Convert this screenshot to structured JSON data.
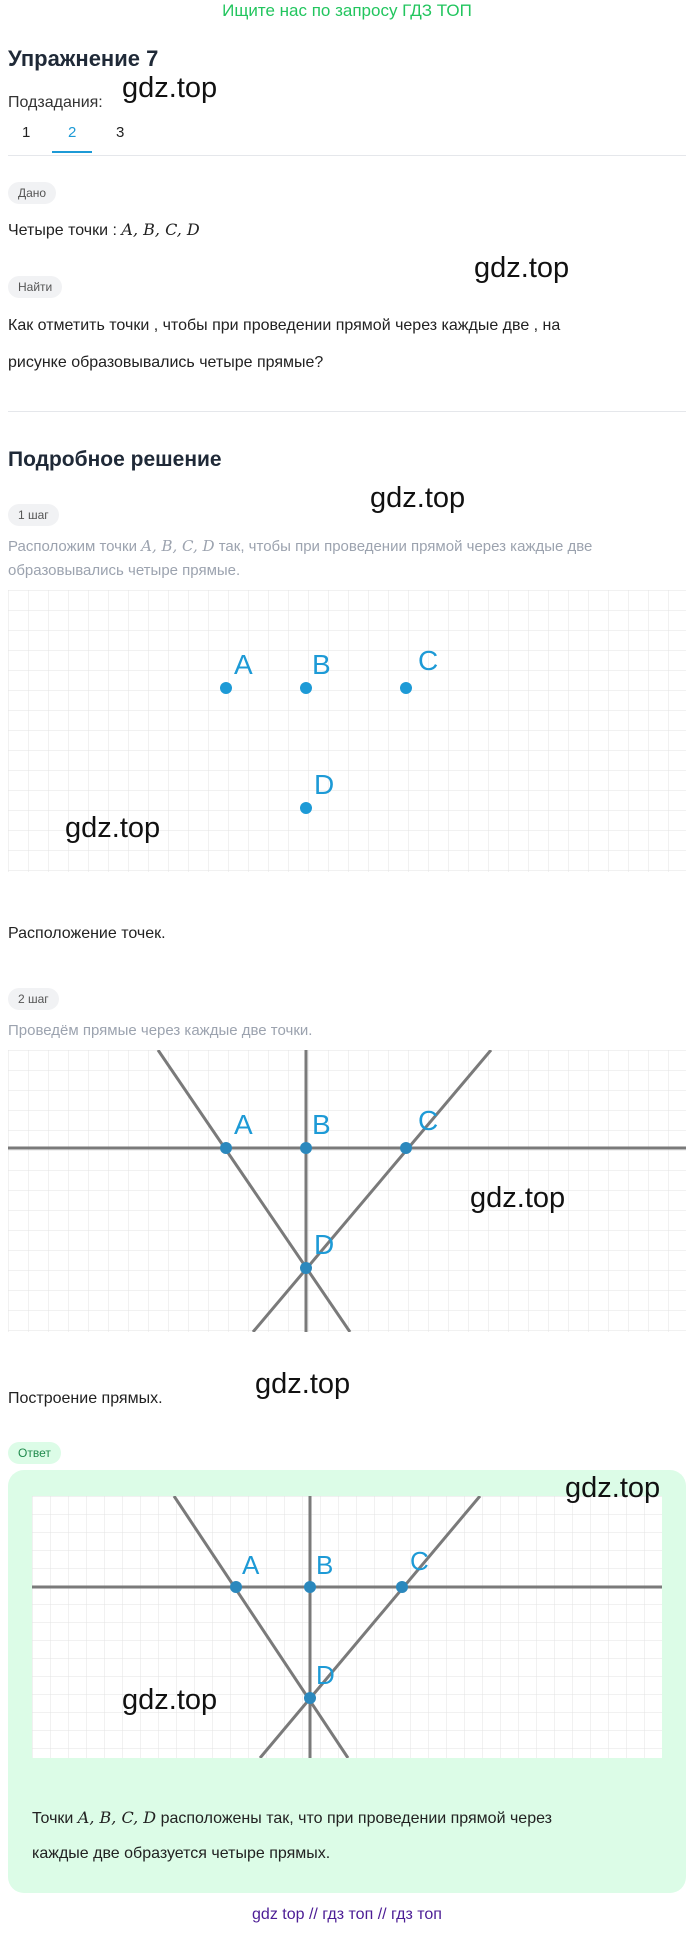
{
  "banner": "Ищите нас по запросу ГДЗ ТОП",
  "title": "Упражнение 7",
  "subtasks_label": "Подзадания:",
  "tabs": [
    "1",
    "2",
    "3"
  ],
  "given_label": "Дано",
  "given_text": "Четыре точки :",
  "given_points": "A, B, C, D",
  "find_label": "Найти",
  "find_line1": "Как отметить точки , чтобы при проведении прямой через каждые две , на",
  "find_line2": "рисунке образовывались четыре прямые?",
  "solution_title": "Подробное решение",
  "step1_label": "1 шаг",
  "step1_text_a": "Расположим точки",
  "step1_points": "A, B, C, D",
  "step1_text_b": "так, чтобы при проведении прямой через каждые две",
  "step1_text_c": "образовывались четыре прямые.",
  "caption1": "Расположение точек.",
  "step2_label": "2 шаг",
  "step2_text": "Проведём прямые через каждые две точки.",
  "caption2": "Построение прямых.",
  "answer_label": "Ответ",
  "answer_text_a": "Точки",
  "answer_points": "A, B, C, D",
  "answer_text_b": "расположены так, что при проведении прямой через",
  "answer_text_c": "каждые две образуется четыре прямых.",
  "point_labels": [
    "A",
    "B",
    "C",
    "D"
  ],
  "watermark": "gdz.top",
  "footer": "gdz top  //  гдз топ  //  гдз топ",
  "colors": {
    "accent": "#1d9ad6",
    "green": "#22c55e",
    "answer_bg": "#dcfce7",
    "footer": "#4c1d95"
  }
}
